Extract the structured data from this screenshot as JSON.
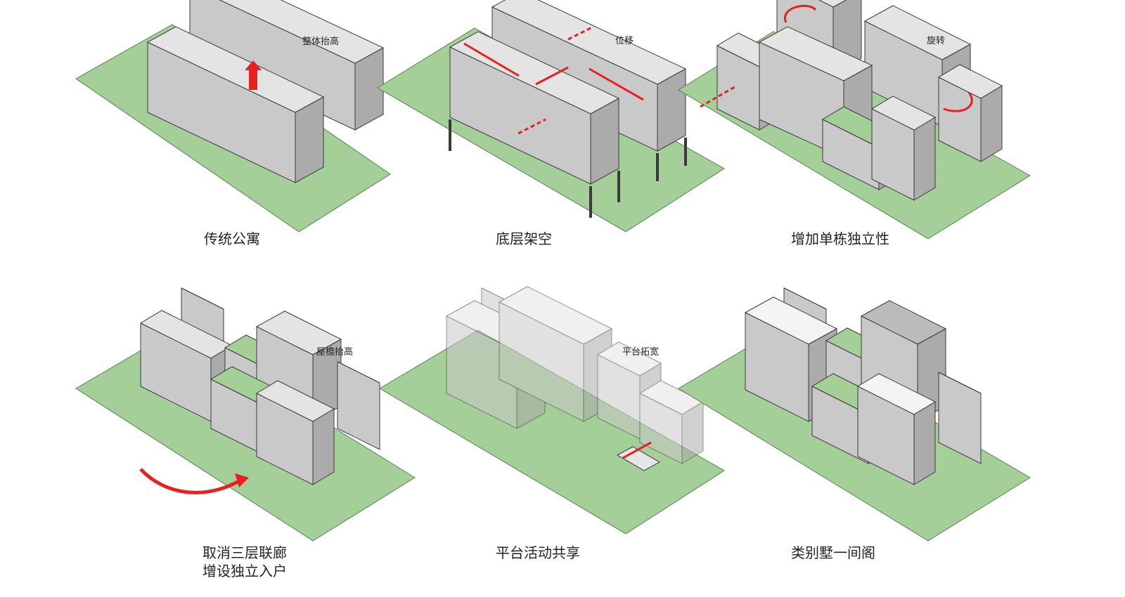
{
  "colors": {
    "ground": "#a5cf98",
    "ground_stroke": "#5d7f55",
    "block_top": "#e4e4e4",
    "block_left": "#c9c9c9",
    "block_right": "#ababab",
    "block_stroke": "#3a3a3a",
    "roof_green": "#a5cf98",
    "arrow_red": "#e8201f",
    "text": "#222222"
  },
  "panels": [
    {
      "id": "traditional-apartment",
      "caption": "传统公寓",
      "note": "整体抬高"
    },
    {
      "id": "stilted-ground-floor",
      "caption": "底层架空",
      "note": "位移"
    },
    {
      "id": "unit-independence",
      "caption": "增加单栋独立性",
      "note": "旋转"
    },
    {
      "id": "independent-entrance",
      "caption": [
        "取消三层联廊",
        "增设独立入户"
      ],
      "note": "屋檐抬高"
    },
    {
      "id": "shared-platform",
      "caption": "平台活动共享",
      "note": "平台拓宽"
    },
    {
      "id": "villa-loft",
      "caption": "类别墅一间阁",
      "note": ""
    }
  ]
}
